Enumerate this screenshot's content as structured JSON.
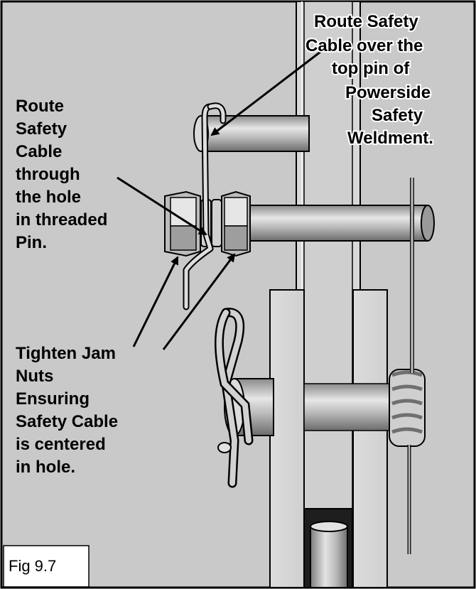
{
  "callouts": {
    "top_right": [
      "Route Safety",
      "Cable over the",
      "top pin of",
      "Powerside",
      "Safety",
      "Weldment."
    ],
    "left_upper": [
      "Route",
      "Safety",
      "Cable",
      "through",
      "the hole",
      "in threaded",
      "Pin."
    ],
    "left_lower": [
      "Tighten Jam",
      "Nuts",
      "Ensuring",
      "Safety Cable",
      "is centered",
      "in hole."
    ]
  },
  "figure_label": "Fig 9.7",
  "colors": {
    "background": "#c9c9c9",
    "metal_light": "#e2e2e2",
    "metal_dark": "#7a7a7a",
    "outline": "#000000",
    "label_box": "#ffffff"
  }
}
